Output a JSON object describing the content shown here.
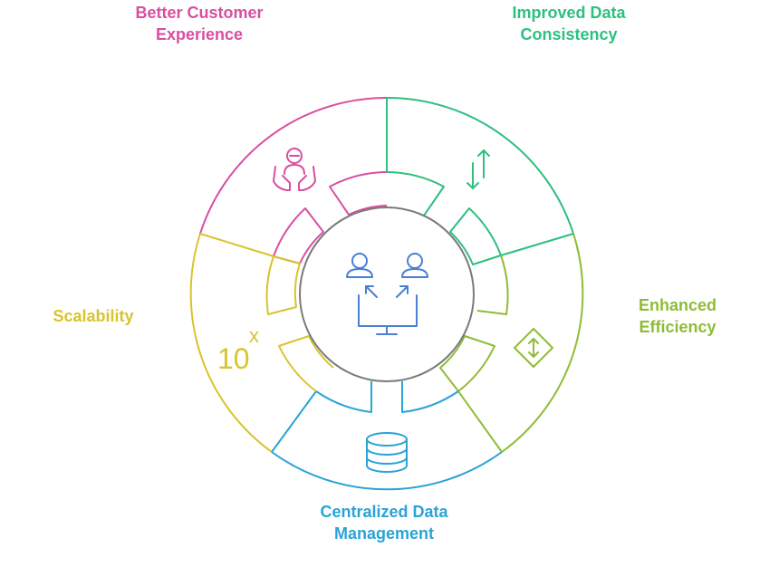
{
  "colors": {
    "pink": "#d94fa0",
    "green": "#2fbf7f",
    "olive": "#8fbc36",
    "yellow": "#d8c42c",
    "blue": "#2aa3d6",
    "center_stroke": "#7a7a7a",
    "center_icon": "#4a7fd4"
  },
  "segments": [
    {
      "id": "customer",
      "line1": "Better Customer",
      "line2": "Experience",
      "icon": "person-hands-icon",
      "color": "#d94fa0"
    },
    {
      "id": "consistency",
      "line1": "Improved Data",
      "line2": "Consistency",
      "icon": "up-down-arrows-icon",
      "color": "#2fbf7f"
    },
    {
      "id": "efficiency",
      "line1": "Enhanced",
      "line2": "Efficiency",
      "icon": "diamond-arrows-icon",
      "color": "#8fbc36"
    },
    {
      "id": "centralized",
      "line1": "Centralized Data",
      "line2": "Management",
      "icon": "database-icon",
      "color": "#2aa3d6"
    },
    {
      "id": "scalability",
      "line1": "Scalability",
      "line2": "",
      "icon": "ten-power-x-icon",
      "color": "#d8c42c"
    }
  ],
  "scalability_icon": {
    "base": "10",
    "exponent": "x"
  },
  "center": {
    "icon": "users-network-icon"
  }
}
